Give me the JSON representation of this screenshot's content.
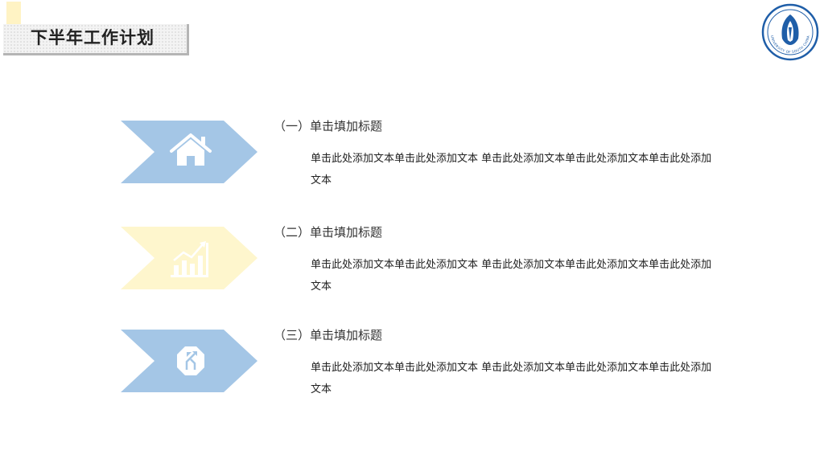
{
  "header": {
    "title": "下半年工作计划"
  },
  "logo": {
    "icon": "university-seal-icon",
    "text": "UNIVERSITY OF SOUTH CHINA"
  },
  "colors": {
    "blue": "#a4c6e6",
    "yellow": "#fef6cd",
    "logo_blue": "#1f5ea8"
  },
  "items": [
    {
      "title": "（一）单击填加标题",
      "body": "单击此处添加文本单击此处添加文本 单击此处添加文本单击此处添加文本单击此处添加文本",
      "icon": "house-icon"
    },
    {
      "title": "（二）单击填加标题",
      "body": "单击此处添加文本单击此处添加文本 单击此处添加文本单击此处添加文本单击此处添加文本",
      "icon": "growth-chart-icon"
    },
    {
      "title": "（三）单击填加标题",
      "body": "单击此处添加文本单击此处添加文本 单击此处添加文本单击此处添加文本单击此处添加文本",
      "icon": "route-sign-icon"
    }
  ]
}
